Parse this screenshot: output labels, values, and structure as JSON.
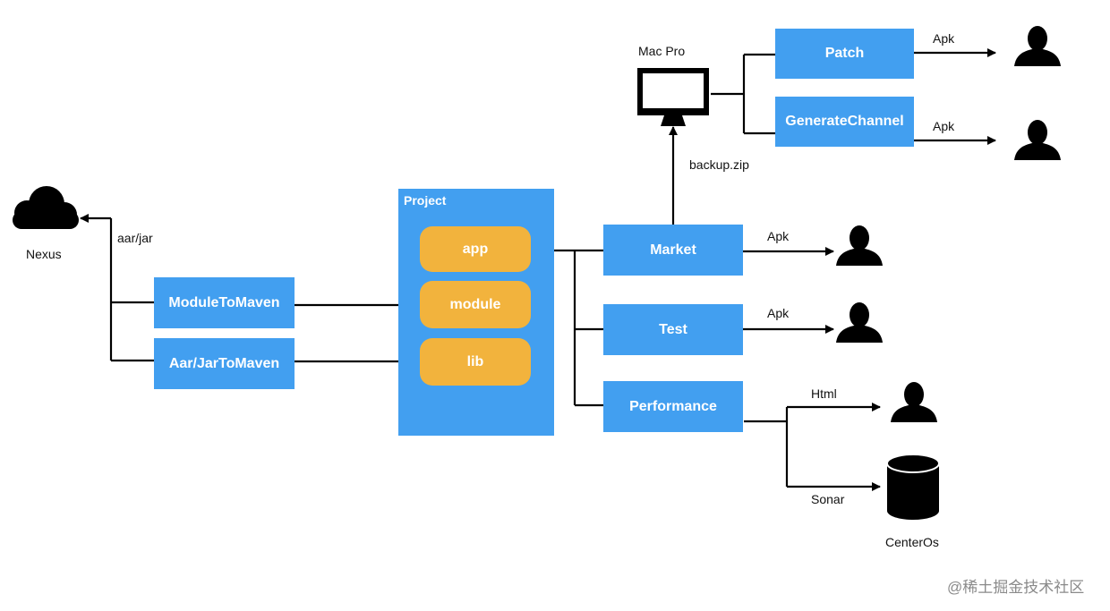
{
  "nodes": {
    "nexus": "Nexus",
    "module_to_maven": "ModuleToMaven",
    "aar_jar_to_maven": "Aar/JarToMaven",
    "project": "Project",
    "app": "app",
    "module": "module",
    "lib": "lib",
    "market": "Market",
    "test": "Test",
    "performance": "Performance",
    "mac_pro": "Mac Pro",
    "patch": "Patch",
    "generate_channel": "GenerateChannel",
    "center_os": "CenterOs"
  },
  "edges": {
    "aar_jar": "aar/jar",
    "backup_zip": "backup.zip",
    "apk_patch": "Apk",
    "apk_generate": "Apk",
    "apk_market": "Apk",
    "apk_test": "Apk",
    "html": "Html",
    "sonar": "Sonar"
  },
  "watermark": "@稀土掘金技术社区",
  "colors": {
    "box": "#429ff0",
    "pill": "#f2b33d",
    "line": "#000000"
  }
}
